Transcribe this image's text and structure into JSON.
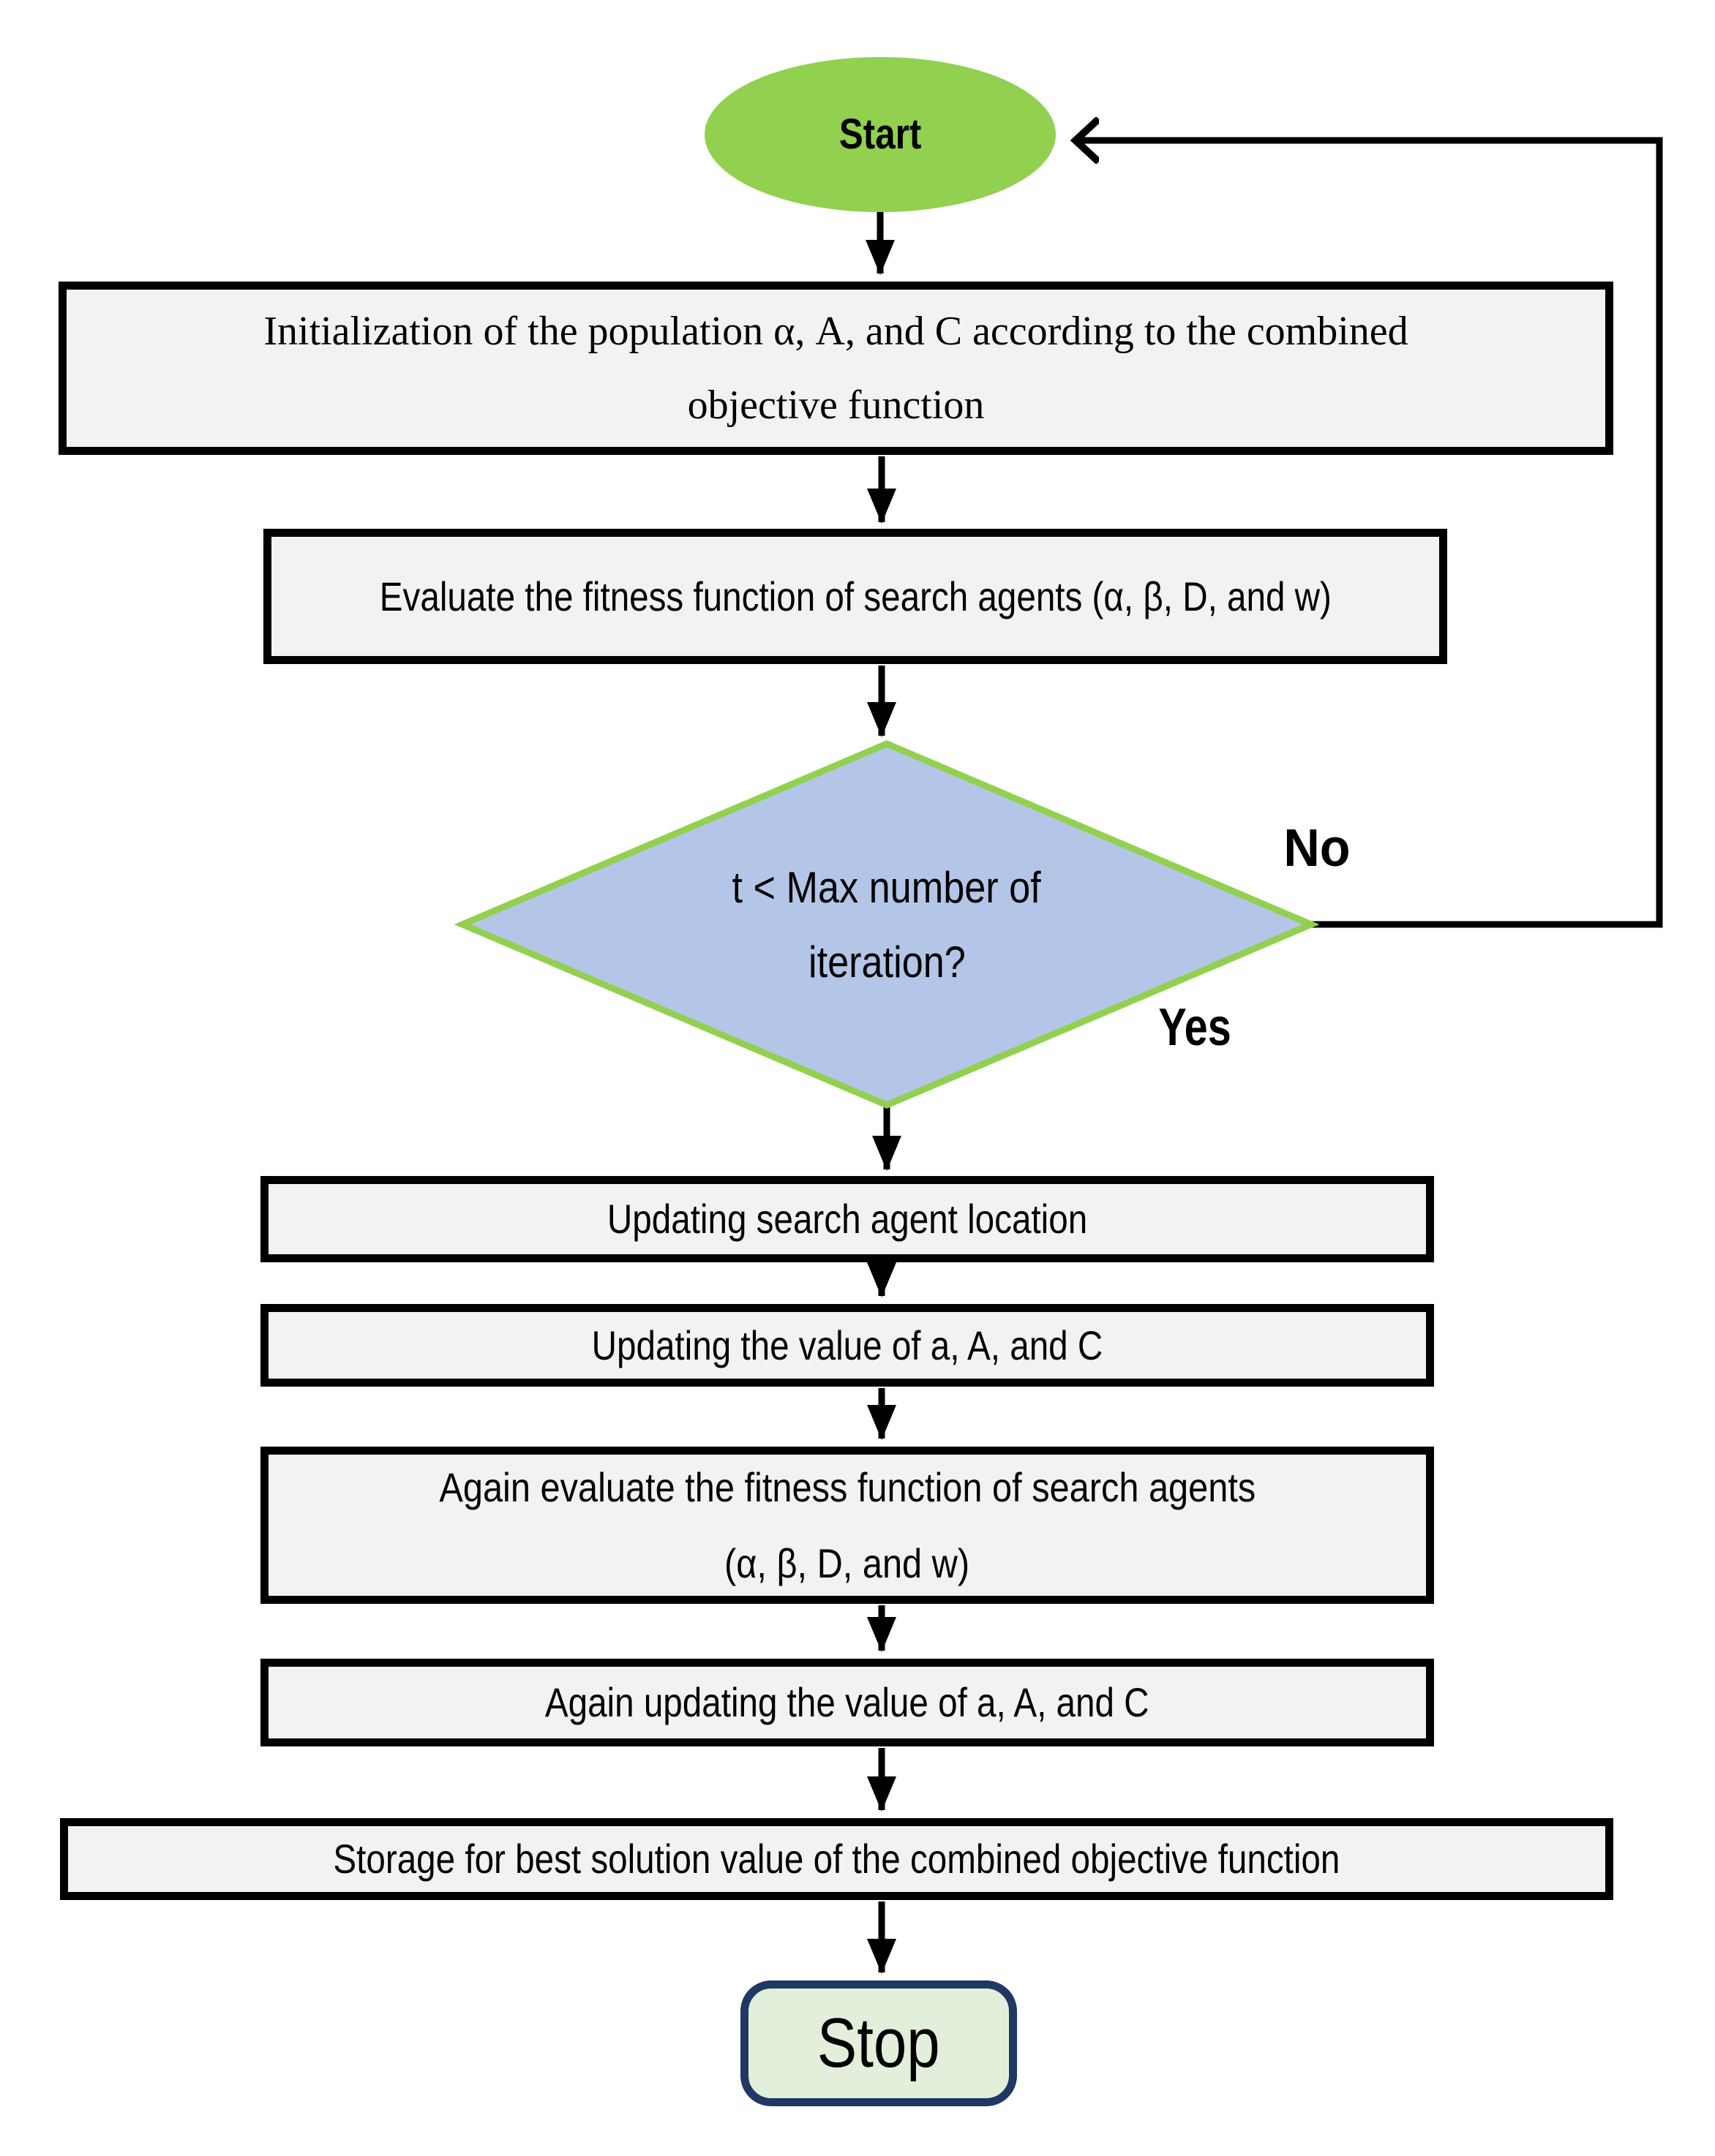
{
  "flowchart": {
    "nodes": {
      "start": {
        "label": "Start"
      },
      "init": {
        "line1": "Initialization of the population α, A, and C according to the combined",
        "line2": "objective function"
      },
      "evaluate": {
        "label": "Evaluate the fitness function of search agents (α, β, D, and w)"
      },
      "decision": {
        "line1": "t < Max number of",
        "line2": "iteration?"
      },
      "update_location": {
        "label": "Updating search agent location"
      },
      "update_values": {
        "label": "Updating the value of a, A, and C"
      },
      "again_evaluate": {
        "line1": "Again evaluate the fitness function of search agents",
        "line2": "(α, β, D, and w)"
      },
      "again_update": {
        "label": "Again updating the value of a, A, and C"
      },
      "storage": {
        "label": "Storage for best solution value of the combined objective function"
      },
      "stop": {
        "label": "Stop"
      }
    },
    "edge_labels": {
      "no": "No",
      "yes": "Yes"
    }
  },
  "colors": {
    "start_fill": "#92d050",
    "process_fill": "#f2f2f2",
    "process_border": "#000000",
    "decision_fill": "#b4c6e7",
    "decision_border": "#92d050",
    "stop_fill": "#e2efda",
    "stop_border": "#1f3864",
    "line_color": "#000000"
  }
}
